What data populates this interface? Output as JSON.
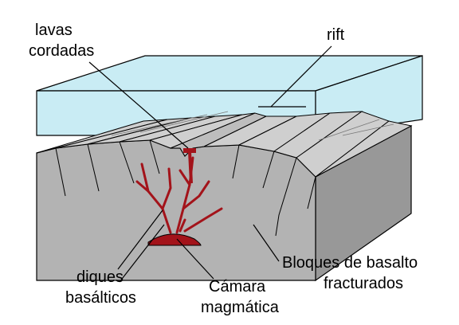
{
  "diagram": {
    "labels": {
      "lavas_cordadas": [
        "lavas",
        "cordadas"
      ],
      "rift": "rift",
      "diques_basalticos": [
        "diques",
        "basálticos"
      ],
      "camara_magmatica": [
        "Cámara",
        "magmática"
      ],
      "bloques_basalto": [
        "Bloques de basalto",
        "fracturados"
      ]
    },
    "colors": {
      "water": "#c9ecf4",
      "rock_front": "#b3b3b3",
      "rock_side": "#989898",
      "rock_top": "#cfcfcf",
      "magma": "#a3131a",
      "outline": "#000000"
    }
  }
}
